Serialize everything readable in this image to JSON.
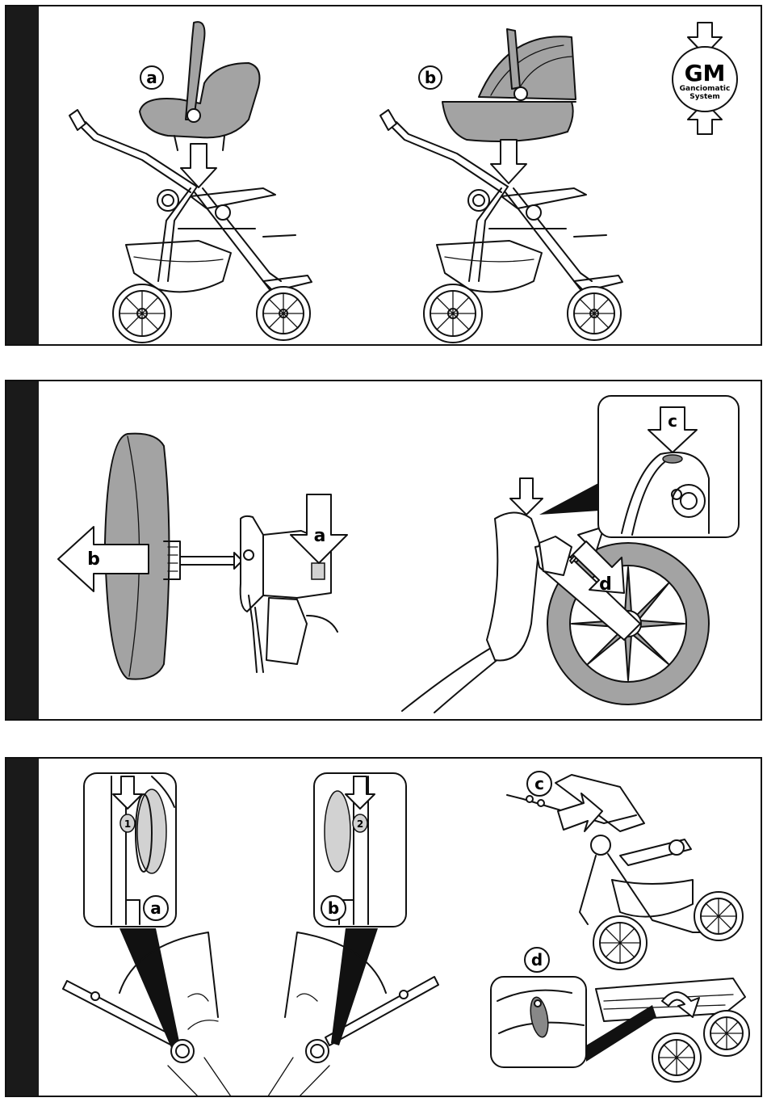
{
  "panels": [
    {
      "id": "panel-1",
      "callouts": [
        {
          "label": "a",
          "item": "infant car seat"
        },
        {
          "label": "b",
          "item": "carrycot"
        }
      ],
      "logo": {
        "letters": "GM",
        "line1": "Ganciomatic",
        "line2": "System"
      }
    },
    {
      "id": "panel-2",
      "callouts": [
        {
          "label": "a"
        },
        {
          "label": "b"
        },
        {
          "label": "c"
        },
        {
          "label": "d"
        }
      ]
    },
    {
      "id": "panel-3",
      "callouts": [
        {
          "label": "a",
          "step": "1"
        },
        {
          "label": "b",
          "step": "2"
        },
        {
          "label": "c"
        },
        {
          "label": "d"
        }
      ]
    }
  ],
  "colors": {
    "ink": "#111111",
    "fill_grey": "#a3a3a3",
    "light_grey": "#d2d2d2",
    "bar": "#1a1a1a"
  }
}
